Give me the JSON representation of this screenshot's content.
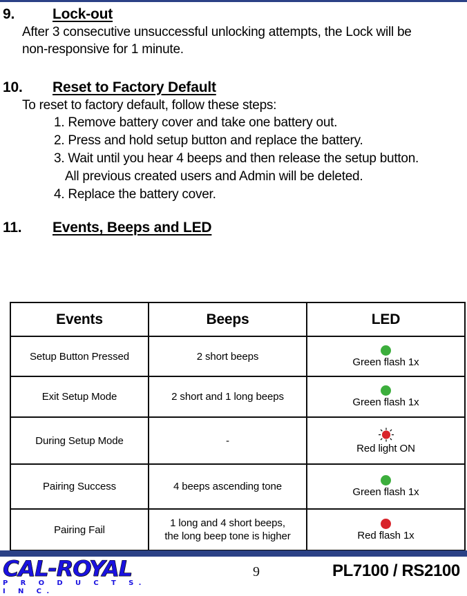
{
  "page": {
    "rule_color": "#2b4186",
    "background": "#ffffff"
  },
  "sections": [
    {
      "number": "9.",
      "title": "Lock-out",
      "body_line_1": "After 3 consecutive unsuccessful unlocking attempts, the Lock will be",
      "body_line_2": "non-responsive for 1 minute."
    },
    {
      "number": "10.",
      "title": "Reset to Factory Default",
      "intro": "To reset to factory default, follow these steps:",
      "steps": [
        "1. Remove battery cover and take one battery out.",
        "2. Press and hold setup button and replace the battery.",
        "3. Wait until you hear 4 beeps and then release the setup button.",
        "4. Replace the battery cover."
      ],
      "step_3_continuation": "All previous created users and Admin will be deleted."
    },
    {
      "number": "11.",
      "title": "Events, Beeps and LED"
    }
  ],
  "table": {
    "headers": {
      "events": "Events",
      "beeps": "Beeps",
      "led": "LED"
    },
    "rows": [
      {
        "event": "Setup Button Pressed",
        "beeps": "2 short beeps",
        "beeps_line2": "",
        "led_label": "Green flash 1x",
        "led_icon": "green-dot-icon",
        "led_color": "#3cae3c"
      },
      {
        "event": "Exit Setup Mode",
        "beeps": "2 short and 1 long beeps",
        "beeps_line2": "",
        "led_label": "Green flash 1x",
        "led_icon": "green-dot-icon",
        "led_color": "#3cae3c"
      },
      {
        "event": "During Setup Mode",
        "beeps": "-",
        "beeps_line2": "",
        "led_label": "Red light ON",
        "led_icon": "red-shine-icon",
        "led_color": "#d8232a"
      },
      {
        "event": "Pairing Success",
        "beeps": "4 beeps ascending tone",
        "beeps_line2": "",
        "led_label": "Green flash 1x",
        "led_icon": "green-dot-icon",
        "led_color": "#3cae3c"
      },
      {
        "event": "Pairing Fail",
        "beeps": "1 long and 4 short beeps,",
        "beeps_line2": "the long beep tone is higher",
        "led_label": "Red flash 1x",
        "led_icon": "red-dot-icon",
        "led_color": "#d8232a"
      }
    ]
  },
  "footer": {
    "logo_main": "CAL-ROYAL",
    "logo_sub": "P R O D U C T S. I N C.",
    "logo_color": "#1a12e0",
    "page_number": "9",
    "model": "PL7100 / RS2100"
  }
}
